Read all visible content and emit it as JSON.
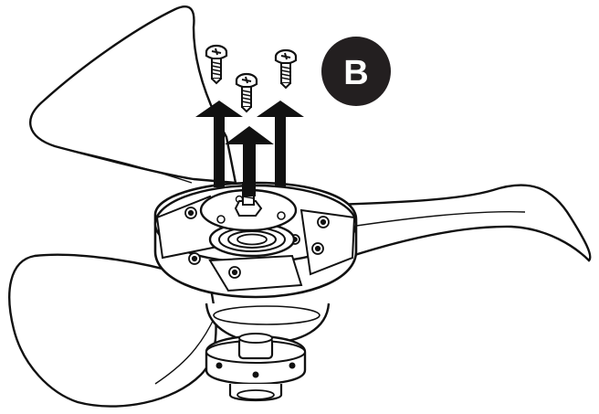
{
  "figure": {
    "step_badge": "B",
    "colors": {
      "line": "#111111",
      "fill": "#ffffff",
      "badge": "#231f20",
      "badge_text": "#ffffff"
    },
    "icons": [
      "screw-icon",
      "arrow-up-icon",
      "fan-blade",
      "fan-hub"
    ]
  }
}
